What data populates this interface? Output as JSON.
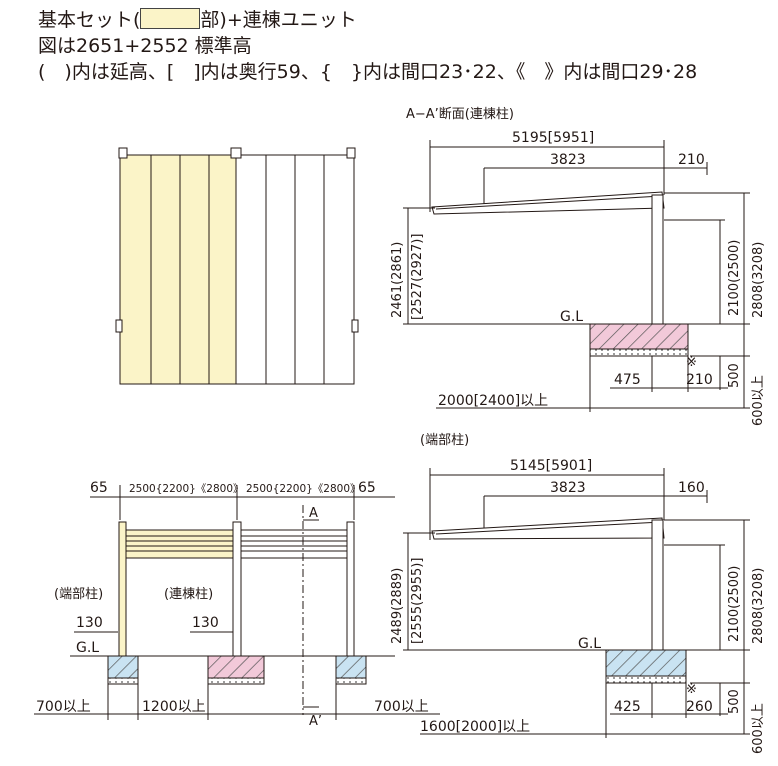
{
  "header": {
    "line1_prefix": "基本セット(",
    "line1_suffix": "部)+連棟ユニット",
    "line2": "図は2651+2552 標準高",
    "line3": "(　)内は延高、[　]内は奥行59、{　}内は間口23･22、《　》内は間口29･28"
  },
  "section_a": {
    "title": "A−A’断面(連棟柱)",
    "total_depth": "5195[5951]",
    "span": "3823",
    "overhang": "210",
    "height_total": "2461(2861)",
    "height_deep": "[2527(2927)]",
    "post_height": "2100(2500)",
    "max_height": "2808(3208)",
    "gl": "G.L",
    "footing": "475",
    "post_offset": "210",
    "note": "※",
    "depth_min": "500",
    "foundation_min": "600以上",
    "clearance": "2000[2400]以上"
  },
  "section_b": {
    "title": "(端部柱)",
    "total_depth": "5145[5901]",
    "span": "3823",
    "overhang": "160",
    "height_total": "2489(2889)",
    "height_deep": "[2555(2955)]",
    "post_height": "2100(2500)",
    "max_height": "2808(3208)",
    "gl": "G.L",
    "footing": "425",
    "post_offset": "260",
    "note": "※",
    "depth_min": "500",
    "foundation_min": "600以上",
    "clearance": "1600[2000]以上"
  },
  "front_view": {
    "left_edge": "65",
    "right_edge": "65",
    "bay1": "2500{2200}《2800》",
    "bay2": "2500{2200}《2800》",
    "label_end_post": "(端部柱)",
    "label_joint_post": "(連棟柱)",
    "end_130": "130",
    "joint_130": "130",
    "gl": "G.L",
    "min_left": "700以上",
    "min_mid": "1200以上",
    "min_right": "700以上",
    "section_a": "A",
    "section_a_prime": "A’"
  },
  "colors": {
    "basic_set_fill": "#fbf4c8",
    "unit_fill": "#ffffff",
    "pink_foundation": "#f2c9d9",
    "blue_foundation": "#c9e3f2",
    "line": "#231815"
  }
}
